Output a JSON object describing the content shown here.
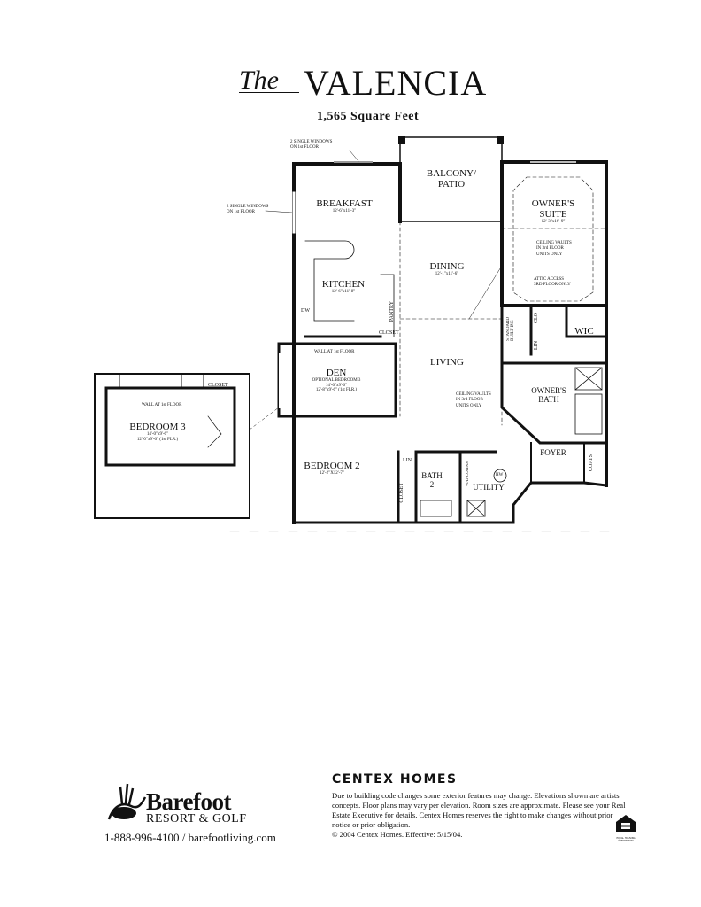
{
  "header": {
    "title_prefix": "The",
    "title": "VALENCIA",
    "square_feet": "1,565 Square Feet"
  },
  "plan": {
    "notes": {
      "windows_top": "2 SINGLE WINDOWS\nON 1st FLOOR",
      "windows_left": "2 SINGLE WINDOWS\nON 1st FLOOR",
      "owner_ceiling": "CEILING VAULTS\nIN 3rd FLOOR\nUNITS ONLY",
      "attic": "ATTIC ACCESS\n3RD FLOOR ONLY",
      "living_ceiling": "CEILING VAULTS\nIN 3rd FLOOR\nUNITS ONLY",
      "den_wall": "WALL AT 1st FLOOR",
      "bed3_wall": "WALL AT 1st FLOOR"
    },
    "rooms": {
      "balcony": {
        "name": "BALCONY/\nPATIO"
      },
      "breakfast": {
        "name": "BREAKFAST",
        "dim": "12'-6\"x11'-3\""
      },
      "kitchen": {
        "name": "KITCHEN",
        "dim": "12'-6\"x11'-8\""
      },
      "dining": {
        "name": "DINING",
        "dim": "12'-1\"x11'-6\""
      },
      "owners_suite": {
        "name": "OWNER'S\nSUITE",
        "dim": "12'-3\"x16'-9\""
      },
      "living": {
        "name": "LIVING"
      },
      "den": {
        "name": "DEN",
        "sub": "OPTIONAL BEDROOM 3",
        "dim": "14'-0\"x9'-6\"",
        "dim2": "12'-8\"x9'-6\" (1st FLR.)"
      },
      "bedroom3": {
        "name": "BEDROOM 3",
        "dim": "14'-0\"x9'-6\"",
        "dim2": "12'-0\"x9'-6\" (1st FLR.)"
      },
      "bedroom2": {
        "name": "BEDROOM 2",
        "dim": "12'-2\"X12'-7\""
      },
      "owners_bath": {
        "name": "OWNER'S\nBATH"
      },
      "wic": {
        "name": "WIC"
      },
      "foyer": {
        "name": "FOYER"
      },
      "bath2": {
        "name": "BATH\n2"
      },
      "utility": {
        "name": "UTILITY"
      }
    },
    "small_labels": {
      "pantry": "PANTRY",
      "closet_kitchen": "CLOSET",
      "closet_bed3": "CLOSET",
      "closet_bed2": "CLOSET",
      "dw": "DW",
      "lin_owner": "LIN",
      "lin_bath2": "LIN",
      "clo": "CLO",
      "builtins": "STANDARD\nBUILT-INS",
      "coats": "COATS",
      "hw": "HW",
      "wd": "W/D CONNS."
    }
  },
  "footer": {
    "builder": "CENTEX HOMES",
    "disclaimer": "Due to building code changes some exterior features may change. Elevations shown are artists concepts. Floor plans may vary per elevation. Room sizes are approximate. Please see your Real Estate Executive for details. Centex Homes reserves the right to make changes without prior notice or prior obligation.",
    "copyright": "© 2004 Centex Homes. Effective: 5/15/04.",
    "logo_name": "Barefoot",
    "logo_sub": "RESORT & GOLF",
    "contact": "1-888-996-4100 / barefootliving.com",
    "eho_text": "EQUAL HOUSING OPPORTUNITY"
  }
}
